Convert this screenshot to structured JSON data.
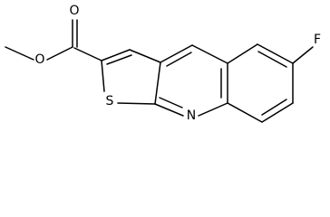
{
  "molecule": {
    "atoms": {
      "o_carbonyl": "O",
      "o_ester": "O",
      "s_ring": "S",
      "n_ring": "N",
      "f_sub": "F"
    }
  },
  "colors": {
    "bond": "#000000",
    "label": "#000000",
    "background": "#ffffff"
  }
}
